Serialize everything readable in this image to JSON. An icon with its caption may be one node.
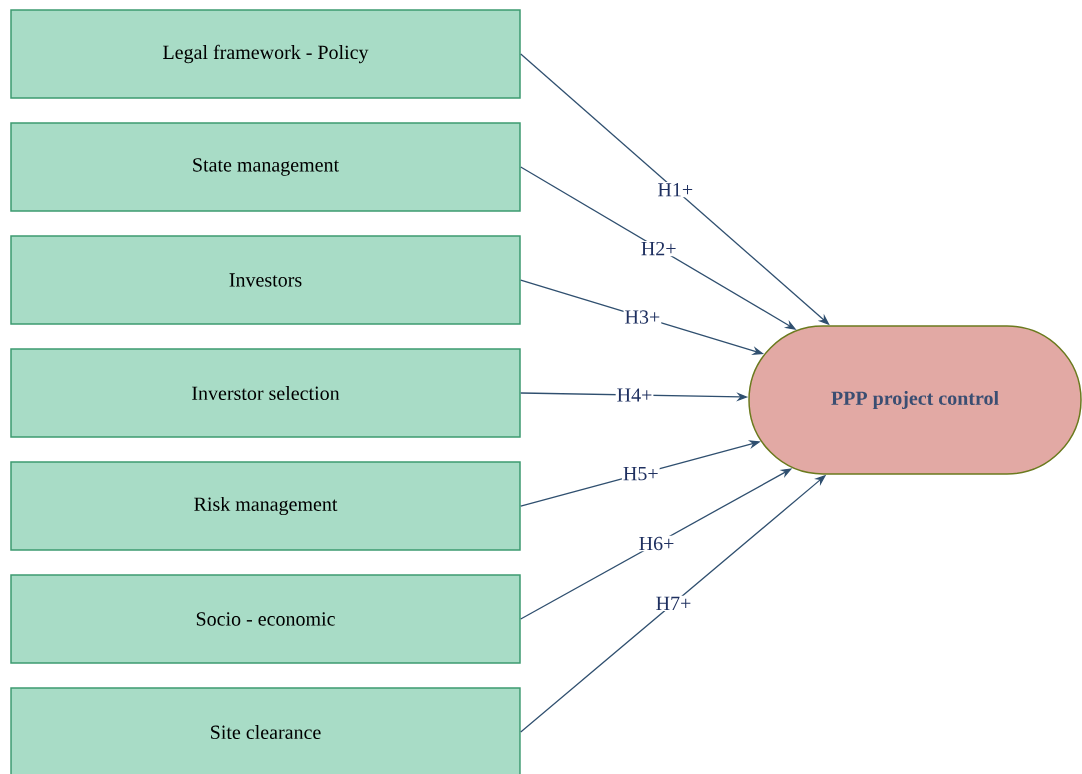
{
  "diagram": {
    "nodes": [
      {
        "text": [
          "Legal framework - Policy"
        ]
      },
      {
        "text": [
          "State management"
        ]
      },
      {
        "text": [
          "Investors"
        ]
      },
      {
        "text": [
          "Inverstor selection"
        ]
      },
      {
        "text": [
          "Risk management"
        ]
      },
      {
        "text": [
          "Socio - economic"
        ]
      },
      {
        "text": [
          "Site clearance"
        ]
      },
      {
        "text": [
          "PPP project control"
        ]
      }
    ],
    "edges": [
      {
        "from": 0,
        "to": 7,
        "arrow": "to",
        "label": "H1+"
      },
      {
        "from": 1,
        "to": 7,
        "arrow": "to",
        "label": "H2+"
      },
      {
        "from": 2,
        "to": 7,
        "arrow": "to",
        "label": "H3+"
      },
      {
        "from": 3,
        "to": 7,
        "arrow": "to",
        "label": "H4+"
      },
      {
        "from": 4,
        "to": 7,
        "arrow": "to",
        "label": "H5+"
      },
      {
        "from": 5,
        "to": 7,
        "arrow": "to",
        "label": "H6+"
      },
      {
        "from": 6,
        "to": 7,
        "arrow": "to",
        "label": "H7+"
      }
    ]
  }
}
